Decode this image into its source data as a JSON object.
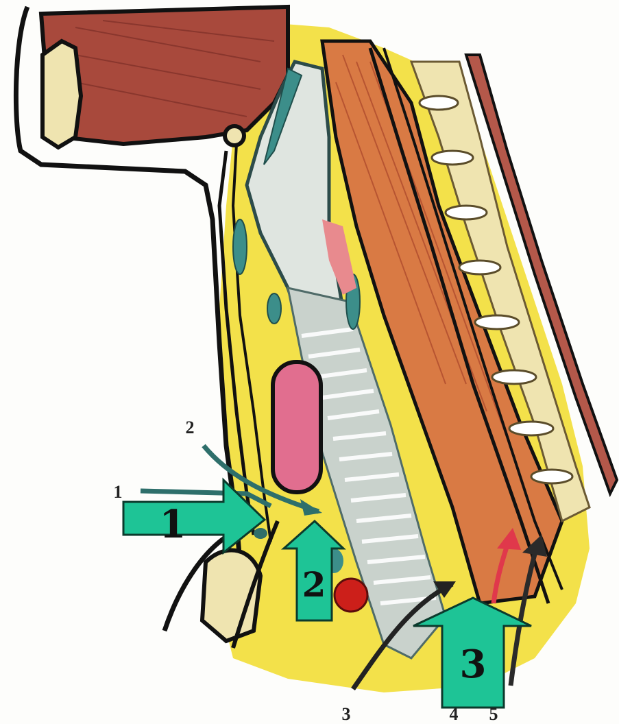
{
  "colors": {
    "arrow_fill": "#1ec496",
    "arrow_stroke": "#0b3a2c",
    "fat_yellow": "#f3e14a",
    "muscle_red": "#a8493c",
    "fascia_line": "#111111",
    "trachea_gray": "#c9d2cc",
    "vertebra_beige": "#efe4b0",
    "gland_pink": "#e16e8f",
    "vessel_red": "#cc1f1a",
    "vessel_teal": "#3c8e8a",
    "red_arrow": "#e0384b",
    "dark_arrow": "#2a2a2a"
  },
  "big_arrows": [
    {
      "label": "1",
      "direction": "right"
    },
    {
      "label": "2",
      "direction": "up"
    },
    {
      "label": "3",
      "direction": "up"
    }
  ],
  "small_labels": [
    "1",
    "2",
    "3",
    "4",
    "5"
  ]
}
